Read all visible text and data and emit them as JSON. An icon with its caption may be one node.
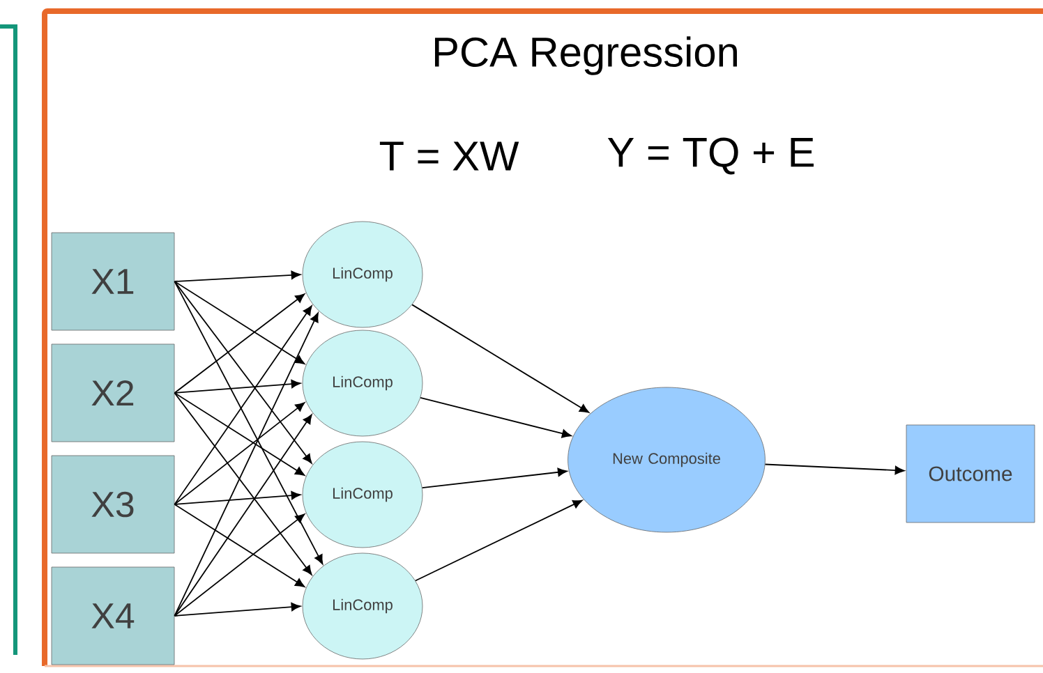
{
  "diagram": {
    "title": "PCA Regression",
    "nodes": [
      {
        "text": [
          "X1"
        ]
      },
      {
        "text": [
          "X2"
        ]
      },
      {
        "text": [
          "X3"
        ]
      },
      {
        "text": [
          "X4"
        ]
      },
      {
        "text": [
          "LinComp"
        ]
      },
      {
        "text": [
          "LinComp"
        ]
      },
      {
        "text": [
          "LinComp"
        ]
      },
      {
        "text": [
          "LinComp"
        ]
      },
      {
        "text": [
          "New Composite"
        ]
      },
      {
        "text": [
          "Outcome"
        ]
      }
    ],
    "edges": [
      {
        "from": 0,
        "to": 4,
        "arrow": "to"
      },
      {
        "from": 0,
        "to": 5,
        "arrow": "to"
      },
      {
        "from": 0,
        "to": 6,
        "arrow": "to"
      },
      {
        "from": 0,
        "to": 7,
        "arrow": "to"
      },
      {
        "from": 1,
        "to": 4,
        "arrow": "to"
      },
      {
        "from": 1,
        "to": 5,
        "arrow": "to"
      },
      {
        "from": 1,
        "to": 6,
        "arrow": "to"
      },
      {
        "from": 1,
        "to": 7,
        "arrow": "to"
      },
      {
        "from": 2,
        "to": 4,
        "arrow": "to"
      },
      {
        "from": 2,
        "to": 5,
        "arrow": "to"
      },
      {
        "from": 2,
        "to": 6,
        "arrow": "to"
      },
      {
        "from": 2,
        "to": 7,
        "arrow": "to"
      },
      {
        "from": 3,
        "to": 4,
        "arrow": "to"
      },
      {
        "from": 3,
        "to": 5,
        "arrow": "to"
      },
      {
        "from": 3,
        "to": 6,
        "arrow": "to"
      },
      {
        "from": 3,
        "to": 7,
        "arrow": "to"
      },
      {
        "from": 4,
        "to": 8,
        "arrow": "to"
      },
      {
        "from": 5,
        "to": 8,
        "arrow": "to"
      },
      {
        "from": 6,
        "to": 8,
        "arrow": "to"
      },
      {
        "from": 7,
        "to": 8,
        "arrow": "to"
      },
      {
        "from": 8,
        "to": 9,
        "arrow": "to"
      }
    ],
    "labels": [
      "T = XW",
      "Y = TQ + E"
    ]
  }
}
